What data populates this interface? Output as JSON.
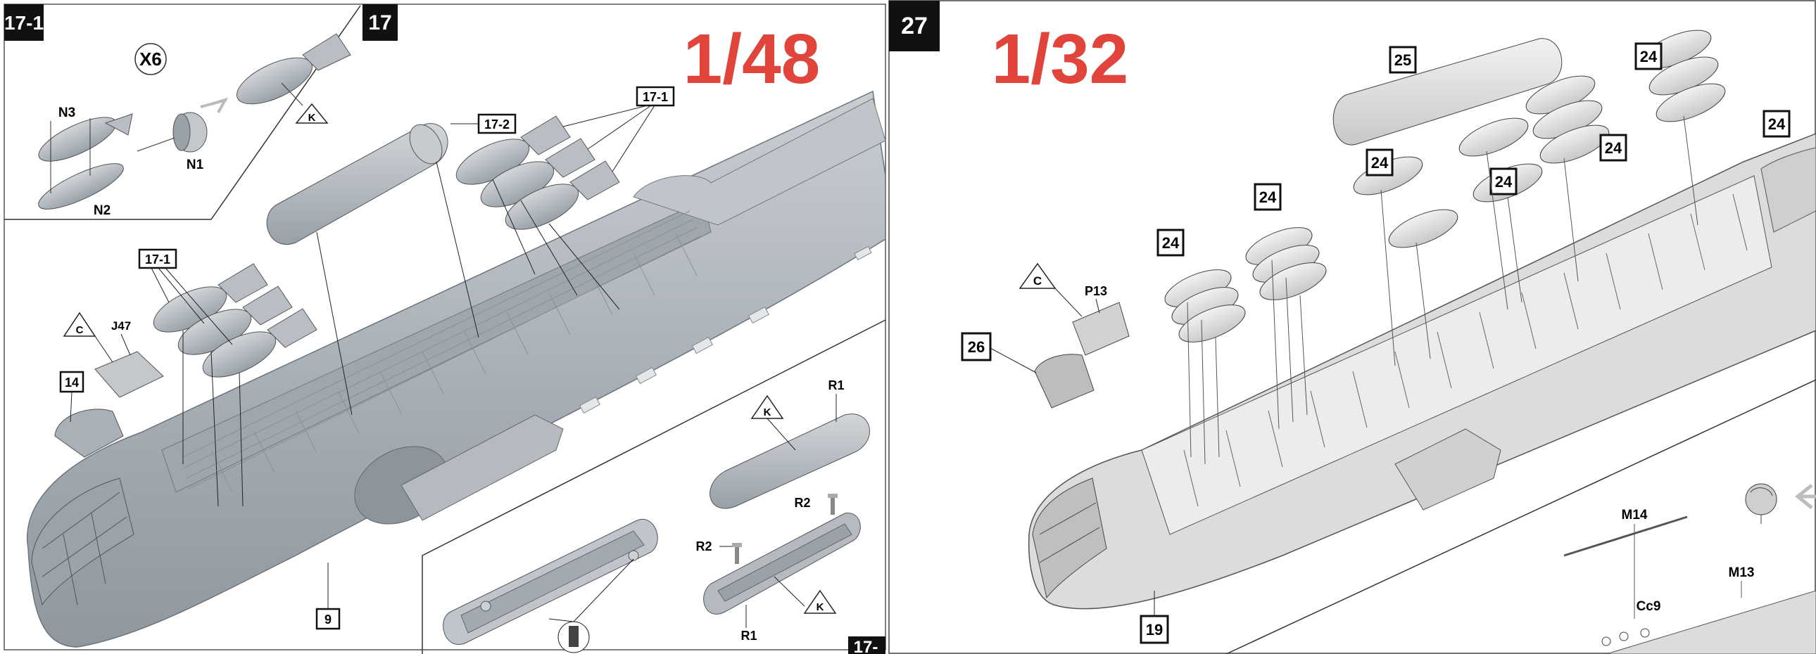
{
  "left_page": {
    "step_inset": "17-1",
    "step_main": "17",
    "scale_label": "1/48",
    "bottom_step_partial": "17-",
    "inset": {
      "multiplier": "X6",
      "triangle": "K",
      "parts": [
        "N3",
        "N1",
        "N2"
      ]
    },
    "callouts": {
      "tank_box": "17-2",
      "bombs_box_top": "17-1",
      "bombs_box_left": "17-1",
      "part_14": "14",
      "part_9": "9",
      "triangle_c": "C",
      "part_j47": "J47"
    },
    "sub": {
      "triangle_k_top": "K",
      "triangle_k_bottom": "K",
      "part_r1_top": "R1",
      "part_r1_bottom": "R1",
      "part_r2_left": "R2",
      "part_r2_right": "R2"
    }
  },
  "right_page": {
    "step": "27",
    "scale_label": "1/32",
    "callouts": {
      "tank": "25",
      "bomb_24": "24",
      "part_26": "26",
      "part_19": "19",
      "triangle_c": "C",
      "part_p13": "P13",
      "part_m14": "M14",
      "part_m13": "M13",
      "part_cc9": "Cc9"
    }
  },
  "colors": {
    "scale_red": "#e0443a",
    "part_gray": "#aeb4ba",
    "hull_gray": "#d7d7d7",
    "line": "#222222"
  }
}
